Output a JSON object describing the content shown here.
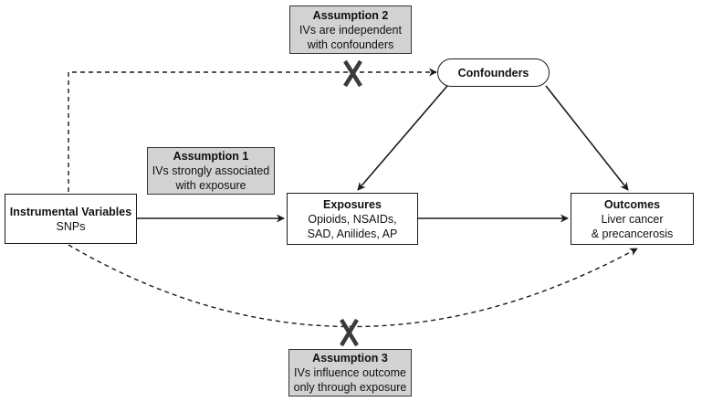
{
  "nodes": {
    "instrumental": {
      "title": "Instrumental Variables",
      "sub": "SNPs"
    },
    "exposures": {
      "title": "Exposures",
      "line1": "Opioids, NSAIDs,",
      "line2": "SAD, Anilides, AP"
    },
    "outcomes": {
      "title": "Outcomes",
      "line1": "Liver cancer",
      "line2": "& precancerosis"
    },
    "confounders": {
      "title": "Confounders"
    }
  },
  "assumptions": [
    {
      "title": "Assumption 1",
      "line1": "IVs strongly associated",
      "line2": "with exposure"
    },
    {
      "title": "Assumption 2",
      "line1": "IVs are independent",
      "line2": "with confounders"
    },
    {
      "title": "Assumption 3",
      "line1": "IVs influence outcome",
      "line2": "only through exposure"
    }
  ],
  "colors": {
    "line": "#1a1a1a",
    "assumption_fill": "#d2d2d2",
    "cross": "#3a3a3a"
  }
}
